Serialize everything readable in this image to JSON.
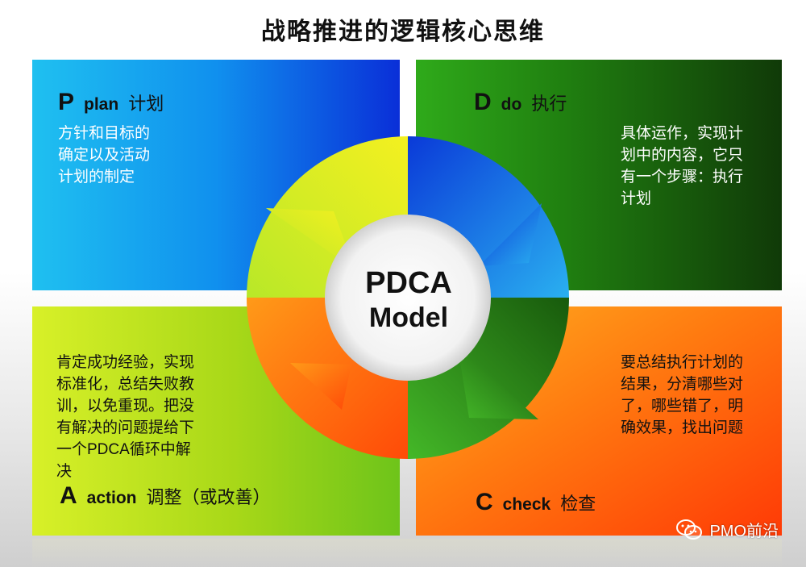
{
  "title": "战略推进的逻辑核心思维",
  "center": {
    "line1": "PDCA",
    "line2": "Model"
  },
  "quadrants": {
    "plan": {
      "letter": "P",
      "word": "plan",
      "cn": "计划",
      "desc": [
        "方针和目标的",
        "确定以及活动",
        "计划的制定"
      ],
      "color": "#1090ee"
    },
    "do": {
      "letter": "D",
      "word": "do",
      "cn": "执行",
      "desc": [
        "具体运作，实现计",
        "划中的内容，它只",
        "有一个步骤：执行",
        "计划"
      ],
      "color": "#208010"
    },
    "check": {
      "letter": "C",
      "word": "check",
      "cn": "检查",
      "desc": [
        "要总结执行计划的",
        "结果，分清哪些对",
        "了，哪些错了，明",
        "确效果，找出问题"
      ],
      "color": "#ff5a08"
    },
    "action": {
      "letter": "A",
      "word": "action",
      "cn": "调整（或改善）",
      "desc": [
        "肯定成功经验，实现",
        "标准化，总结失败教",
        "训，以免重现。把没",
        "有解决的问题提给下",
        "一个PDCA循环中解",
        "决"
      ],
      "color": "#a8d818"
    }
  },
  "watermark": {
    "icon": "wechat-icon",
    "text": "PMO前沿"
  }
}
